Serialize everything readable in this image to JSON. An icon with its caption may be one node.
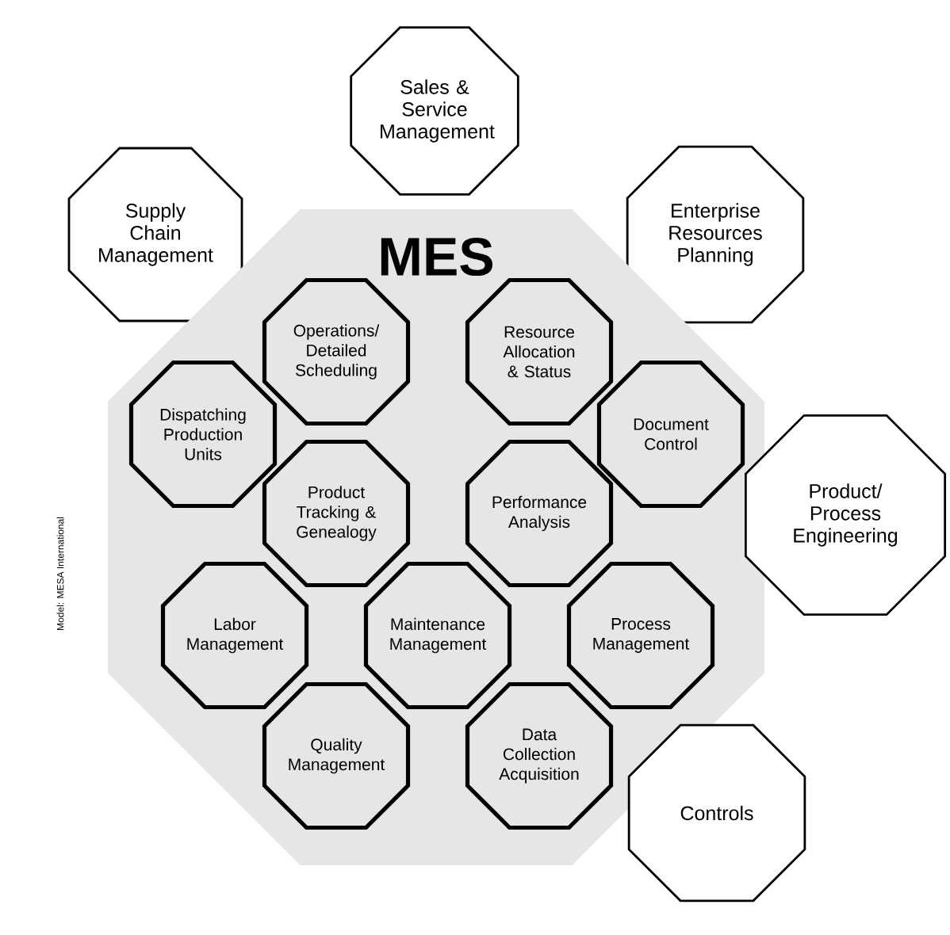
{
  "diagram": {
    "nodes": [
      {
        "text": [
          "Sales & Service Management"
        ]
      },
      {
        "text": [
          "Supply Chain Management"
        ]
      },
      {
        "text": [
          "Enterprise Resources Planning"
        ]
      },
      {
        "text": [
          "MES"
        ]
      },
      {
        "text": [
          "Operations/ Detailed Scheduling"
        ],
        "in": 3
      },
      {
        "text": [
          "Resource Allocation & Status"
        ],
        "in": 3
      },
      {
        "text": [
          "Dispatching Production Units"
        ],
        "in": 3
      },
      {
        "text": [
          "Document Control"
        ],
        "in": 3
      },
      {
        "text": [
          "Product Tracking & Genealogy"
        ],
        "in": 3
      },
      {
        "text": [
          "Performance Analysis"
        ],
        "in": 3
      },
      {
        "text": [
          "Labor Management"
        ],
        "in": 3
      },
      {
        "text": [
          "Maintenance Management"
        ],
        "in": 3
      },
      {
        "text": [
          "Process Management"
        ],
        "in": 3
      },
      {
        "text": [
          "Quality Management"
        ],
        "in": 3
      },
      {
        "text": [
          "Data Collection Acquisition"
        ],
        "in": 3
      },
      {
        "text": [
          "Product/ Process Engineering"
        ]
      },
      {
        "text": [
          "Controls"
        ]
      }
    ],
    "labels": [
      "Model: MESA International"
    ]
  }
}
